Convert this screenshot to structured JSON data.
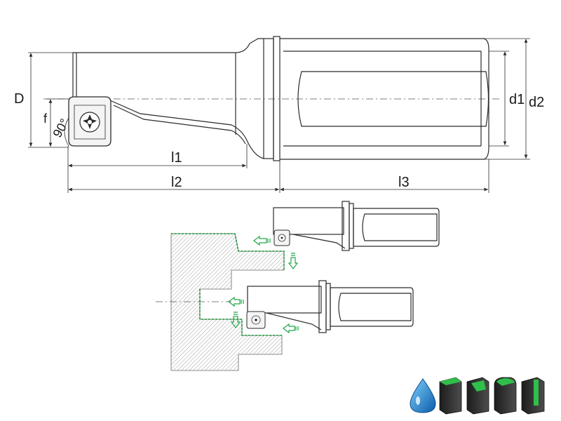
{
  "dimensions": {
    "D": "D",
    "f": "f",
    "angle": "90°",
    "l1": "l1",
    "l2": "l2",
    "l3": "l3",
    "d1": "d1",
    "d2": "d2"
  },
  "icons": [
    {
      "name": "coolant-drop-icon",
      "color": "#1e7fd0"
    },
    {
      "name": "insert-grade-icon-1",
      "color": "#2fbf4a"
    },
    {
      "name": "insert-grade-icon-2",
      "color": "#2fbf4a"
    },
    {
      "name": "insert-grade-icon-3",
      "color": "#2fbf4a"
    },
    {
      "name": "insert-grade-icon-4",
      "color": "#2fbf4a"
    }
  ],
  "colors": {
    "line": "#2b2b2b",
    "machining_path": "#1a9a3a",
    "feed_arrow": "#22a84a",
    "coolant": "#1e7fd0"
  }
}
